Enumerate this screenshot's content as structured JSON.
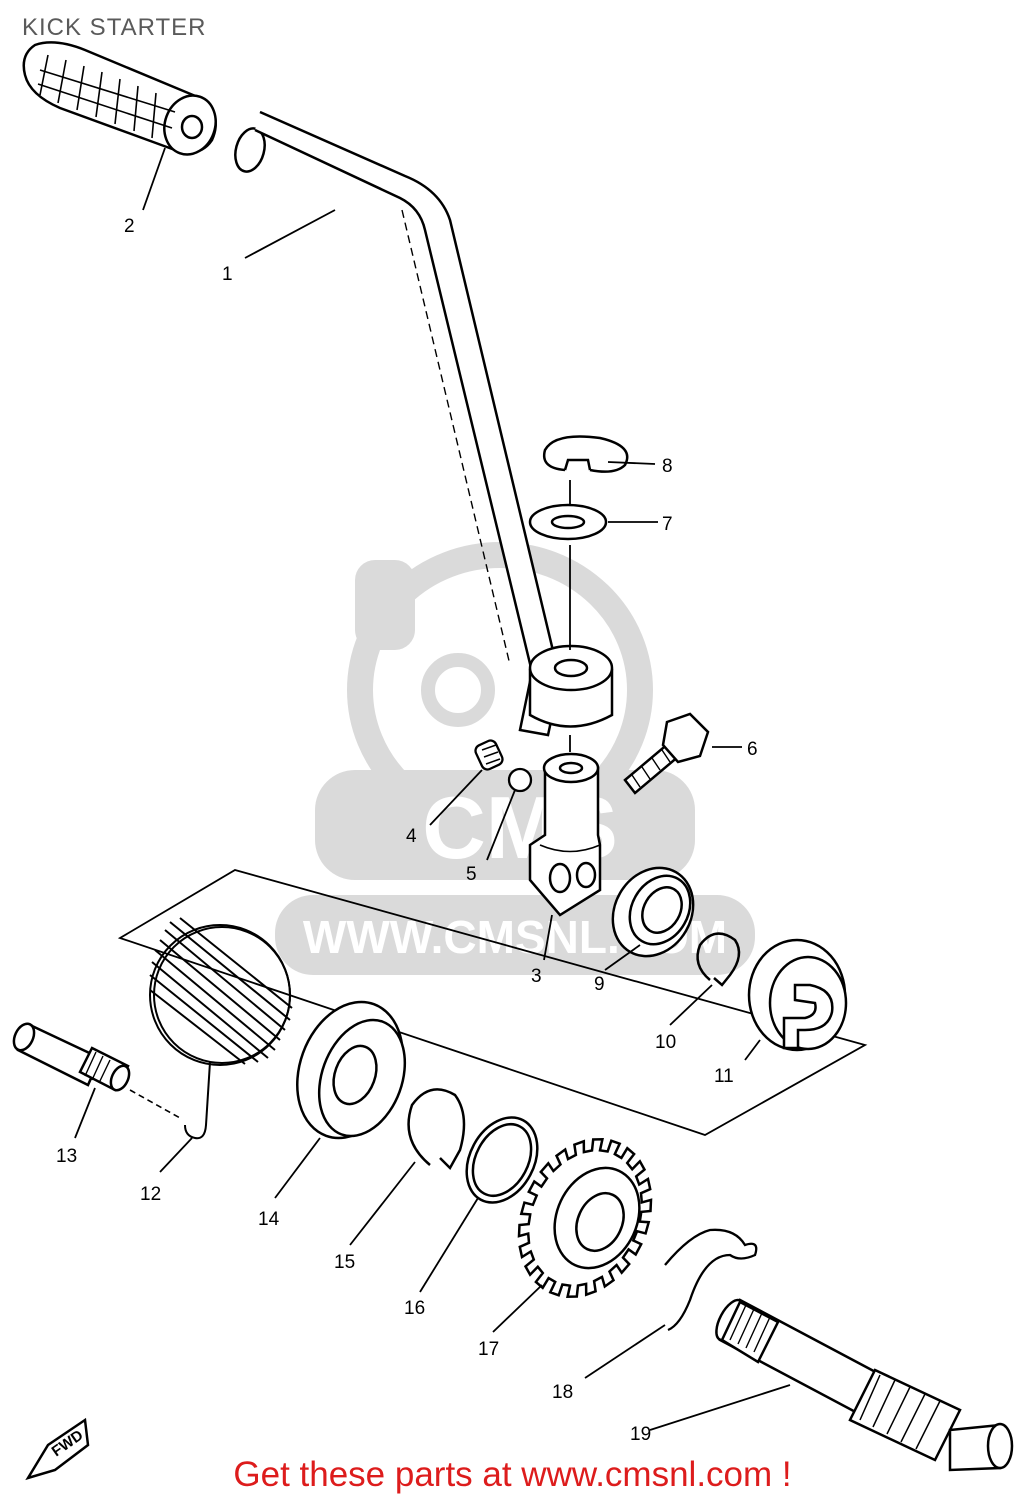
{
  "title": "KICK STARTER",
  "footer": "Get these parts at www.cmsnl.com !",
  "watermark": {
    "text": "WWW.CMSNL.COM",
    "logo_text": "CMS"
  },
  "forward_arrow_label": "FWD",
  "callouts": [
    {
      "id": "1",
      "label": "1"
    },
    {
      "id": "2",
      "label": "2"
    },
    {
      "id": "3",
      "label": "3"
    },
    {
      "id": "4",
      "label": "4"
    },
    {
      "id": "5",
      "label": "5"
    },
    {
      "id": "6",
      "label": "6"
    },
    {
      "id": "7",
      "label": "7"
    },
    {
      "id": "8",
      "label": "8"
    },
    {
      "id": "9",
      "label": "9"
    },
    {
      "id": "10",
      "label": "10"
    },
    {
      "id": "11",
      "label": "11"
    },
    {
      "id": "12",
      "label": "12"
    },
    {
      "id": "13",
      "label": "13"
    },
    {
      "id": "14",
      "label": "14"
    },
    {
      "id": "15",
      "label": "15"
    },
    {
      "id": "16",
      "label": "16"
    },
    {
      "id": "17",
      "label": "17"
    },
    {
      "id": "18",
      "label": "18"
    },
    {
      "id": "19",
      "label": "19"
    }
  ],
  "colors": {
    "line": "#000000",
    "title": "#5a5a5a",
    "footer": "#dd1c1c",
    "watermark": "#d9d9d9"
  }
}
